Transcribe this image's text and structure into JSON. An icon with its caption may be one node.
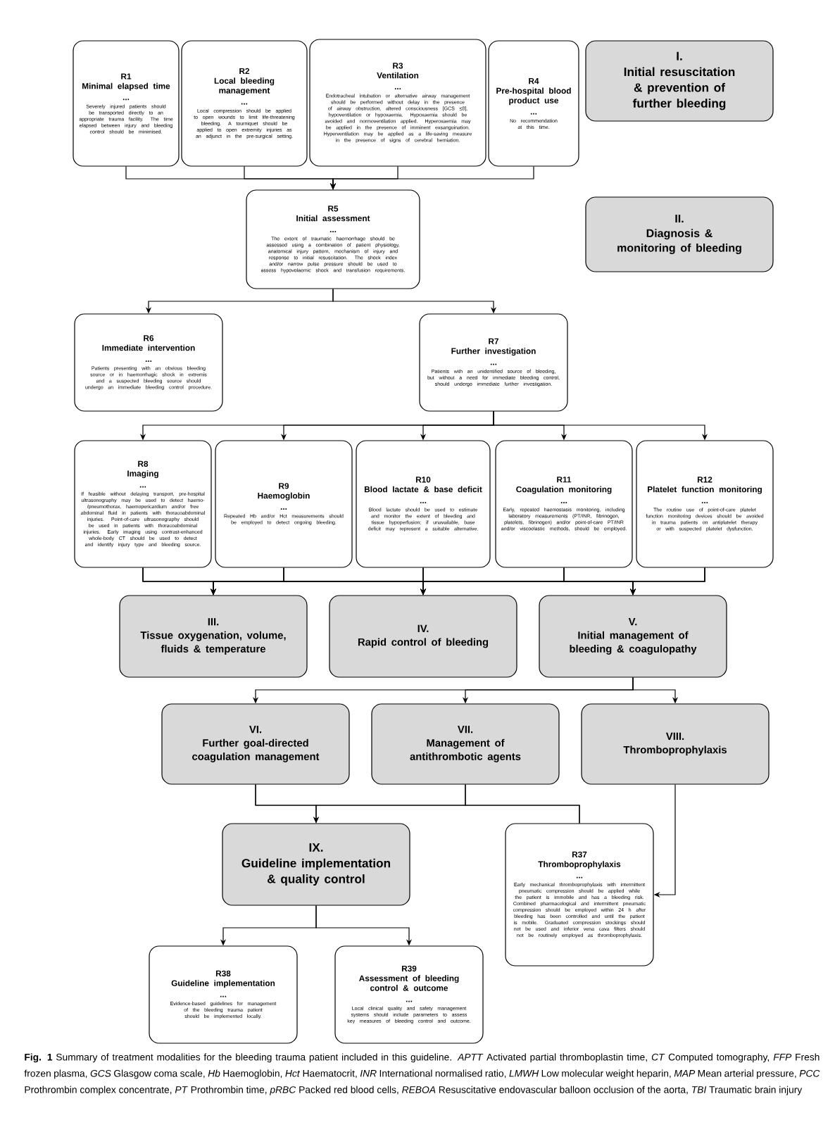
{
  "diagram": {
    "caption": "**Fig. 1**  Summary of treatment modalities for the bleeding trauma patient included in this guideline. *APTT* Activated partial thromboplastin time, *CT* Computed tomography, *FFP* Fresh frozen plasma, *GCS* Glasgow coma scale, *Hb* Haemoglobin, *Hct* Haematocrit, *INR* International normalised ratio, *LMWH* Low molecular weight heparin, *MAP* Mean arterial pressure, *PCC* Prothrombin complex concentrate, *PT* Prothrombin time, *pRBC* Packed red blood cells, *REBOA* Resuscitative endovascular balloon occlusion of the aorta, *TBI* Traumatic brain injury",
    "nodes": [
      {
        "text": [
          "R1",
          "Minimal elapsed time",
          "...",
          "Severely injured patients should be transported directly to an appropriate trauma facility. The time elapsed between injury and bleeding control should be minimised."
        ]
      },
      {
        "text": [
          "R2",
          "Local bleeding management",
          "...",
          "Local compression should be applied to open wounds to limit life-threatening bleeding. A tourniquet should be applied to open extremity injuries as an adjunct in the pre-surgical setting."
        ]
      },
      {
        "text": [
          "R3",
          "Ventilation",
          "...",
          "Endotracheal intubation or alternative airway management should be performed without delay in the presence of airway obstruction, altered consciousness [GCS ≤8], hypoventilation or hypoxaemia. Hypoxaemia should be avoided and normoventilation applied. Hyperoxaemia may be applied in the presence of imminent exsanguination. Hyperventilation may be applied as a life-saving measure in the presence of signs of cerebral herniation."
        ]
      },
      {
        "text": [
          "R4",
          "Pre-hospital blood product use",
          "...",
          "No recommendation at this time."
        ]
      },
      {
        "text": [
          "I.",
          "Initial resuscitation & prevention of further bleeding"
        ]
      },
      {
        "text": [
          "R5",
          "Initial assessment",
          "...",
          "The extent of traumatic haemorrhage should be assessed using a combination of patient physiology, anatomical injury pattern, mechanism of injury and response to initial resuscitation. The shock index and/or narrow pulse pressure should be used to assess hypovolaemic shock and transfusion requirements."
        ]
      },
      {
        "text": [
          "II.",
          "Diagnosis & monitoring of bleeding"
        ]
      },
      {
        "text": [
          "R6",
          "Immediate intervention",
          "...",
          "Patients presenting with an obvious bleeding source or in haemorrhagic shock in extremis and a suspected bleeding source should undergo an immediate bleeding control procedure."
        ]
      },
      {
        "text": [
          "R7",
          "Further investigation",
          "...",
          "Patients with an unidentified source of bleeding, but without a need for immediate bleeding control, should undergo immediate further investigation."
        ]
      },
      {
        "text": [
          "R8",
          "Imaging",
          "...",
          "If feasible without delaying transport, pre-hospital ultrasonography may be used to detect haemo-/pneumothorax, haemopericardium and/or free abdominal fluid in patients with thoracoabdominal injuries. Point-of-care ultrasonography should be used in patients with thoracoabdominal injuries. Early imaging using contrast-enhanced whole-body CT should be used to detect and identify injury type and bleeding source."
        ]
      },
      {
        "text": [
          "R9",
          "Haemoglobin",
          "...",
          "Repeated Hb and/or Hct measurements should be employed to detect ongoing bleeding."
        ]
      },
      {
        "text": [
          "R10",
          "Blood lactate & base deficit",
          "...",
          "Blood lactate should be used to estimate and monitor the extent of bleeding and tissue hypoperfusion; if unavailable, base deficit may represent a suitable alternative."
        ]
      },
      {
        "text": [
          "R11",
          "Coagulation monitoring",
          "...",
          "Early, repeated haemostasis monitoring, including laboratory measurements (PT/INR, fibrinogen, platelets, fibrinogen) and/or point-of-care PT/INR and/or viscoelastic methods, should be employed."
        ]
      },
      {
        "text": [
          "R12",
          "Platelet function monitoring",
          "...",
          "The routine use of point-of-care platelet function monitoring devices should be avoided in trauma patients on antiplatelet therapy or with suspected platelet dysfunction."
        ]
      },
      {
        "text": [
          "III.",
          "Tissue oxygenation, volume, fluids & temperature"
        ]
      },
      {
        "text": [
          "IV.",
          "Rapid control of bleeding"
        ]
      },
      {
        "text": [
          "V.",
          "Initial management of bleeding & coagulopathy"
        ]
      },
      {
        "text": [
          "VI.",
          "Further goal-directed coagulation management"
        ]
      },
      {
        "text": [
          "VII.",
          "Management of antithrombotic agents"
        ]
      },
      {
        "text": [
          "VIII.",
          "Thromboprophylaxis"
        ]
      },
      {
        "text": [
          "IX.",
          "Guideline implementation & quality control"
        ]
      },
      {
        "text": [
          "R37",
          "Thromboprophylaxis",
          "...",
          "Early mechanical thromboprophylaxis with intermittent pneumatic compression should be applied while the patient is immobile and has a bleeding risk. Combined pharmacological and intermittent pneumatic compression should be employed within 24 h after bleeding has been controlled and until the patient is mobile. Graduated compression stockings should not be used and inferior vena cava filters should not be routinely employed as thromboprophylaxis."
        ]
      },
      {
        "text": [
          "R38",
          "Guideline implementation",
          "...",
          "Evidence-based guidelines for management of the bleeding trauma patient should be implemented locally."
        ]
      },
      {
        "text": [
          "R39",
          "Assessment of bleeding control & outcome",
          "...",
          "Local clinical quality and safety management systems should include parameters to assess key measures of bleeding control and outcome."
        ]
      }
    ],
    "edges": [
      {
        "from": 0,
        "to": 5,
        "arrow": "to"
      },
      {
        "from": 1,
        "to": 5,
        "arrow": "to"
      },
      {
        "from": 2,
        "to": 5,
        "arrow": "to"
      },
      {
        "from": 3,
        "to": 5,
        "arrow": "to"
      },
      {
        "from": 5,
        "to": 7,
        "arrow": "to"
      },
      {
        "from": 5,
        "to": 8,
        "arrow": "to"
      },
      {
        "from": 8,
        "to": 9,
        "arrow": "to"
      },
      {
        "from": 8,
        "to": 10,
        "arrow": "to"
      },
      {
        "from": 8,
        "to": 11,
        "arrow": "to"
      },
      {
        "from": 8,
        "to": 12,
        "arrow": "to"
      },
      {
        "from": 8,
        "to": 13,
        "arrow": "to"
      },
      {
        "from": 9,
        "to": 14,
        "arrow": "to"
      },
      {
        "from": 9,
        "to": 15,
        "arrow": "to"
      },
      {
        "from": 9,
        "to": 16,
        "arrow": "to"
      },
      {
        "from": 10,
        "to": 14,
        "arrow": "to"
      },
      {
        "from": 10,
        "to": 15,
        "arrow": "to"
      },
      {
        "from": 10,
        "to": 16,
        "arrow": "to"
      },
      {
        "from": 11,
        "to": 14,
        "arrow": "to"
      },
      {
        "from": 11,
        "to": 15,
        "arrow": "to"
      },
      {
        "from": 11,
        "to": 16,
        "arrow": "to"
      },
      {
        "from": 12,
        "to": 14,
        "arrow": "to"
      },
      {
        "from": 12,
        "to": 15,
        "arrow": "to"
      },
      {
        "from": 12,
        "to": 16,
        "arrow": "to"
      },
      {
        "from": 13,
        "to": 14,
        "arrow": "to"
      },
      {
        "from": 13,
        "to": 15,
        "arrow": "to"
      },
      {
        "from": 13,
        "to": 16,
        "arrow": "to"
      },
      {
        "from": 16,
        "to": 17,
        "arrow": "to"
      },
      {
        "from": 16,
        "to": 18,
        "arrow": "to"
      },
      {
        "from": 16,
        "to": 19,
        "arrow": "to"
      },
      {
        "from": 17,
        "to": 20,
        "arrow": "to"
      },
      {
        "from": 18,
        "to": 20,
        "arrow": "to"
      },
      {
        "from": 17,
        "to": 21,
        "arrow": "none"
      },
      {
        "from": 18,
        "to": 21,
        "arrow": "none"
      },
      {
        "from": 19,
        "to": 21,
        "arrow": "to"
      },
      {
        "from": 20,
        "to": 22,
        "arrow": "to"
      },
      {
        "from": 20,
        "to": 23,
        "arrow": "to"
      }
    ]
  }
}
